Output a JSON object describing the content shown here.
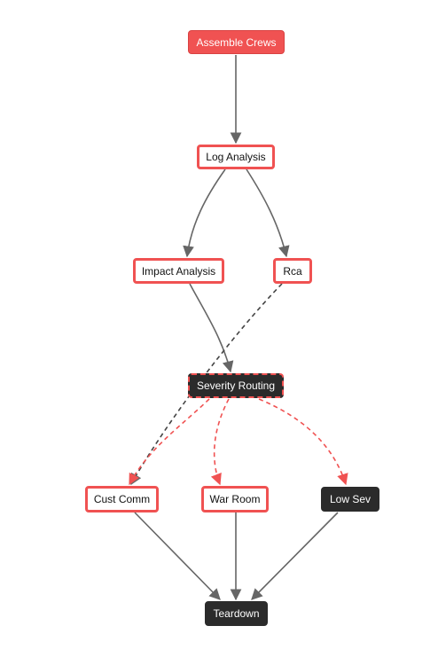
{
  "diagram": {
    "nodes": [
      {
        "id": "assemble-crews",
        "label": "Assemble Crews",
        "style": "red"
      },
      {
        "id": "log-analysis",
        "label": "Log Analysis",
        "style": "outline"
      },
      {
        "id": "impact-analysis",
        "label": "Impact Analysis",
        "style": "outline"
      },
      {
        "id": "rca",
        "label": "Rca",
        "style": "outline"
      },
      {
        "id": "severity-routing",
        "label": "Severity Routing",
        "style": "dark-dashed"
      },
      {
        "id": "cust-comm",
        "label": "Cust Comm",
        "style": "outline"
      },
      {
        "id": "war-room",
        "label": "War Room",
        "style": "outline"
      },
      {
        "id": "low-sev",
        "label": "Low Sev",
        "style": "dark"
      },
      {
        "id": "teardown",
        "label": "Teardown",
        "style": "dark"
      }
    ],
    "edges": [
      {
        "from": "assemble-crews",
        "to": "log-analysis",
        "style": "solid"
      },
      {
        "from": "log-analysis",
        "to": "impact-analysis",
        "style": "solid"
      },
      {
        "from": "log-analysis",
        "to": "rca",
        "style": "solid"
      },
      {
        "from": "impact-analysis",
        "to": "severity-routing",
        "style": "solid"
      },
      {
        "from": "rca",
        "to": "cust-comm",
        "style": "dashed-gray"
      },
      {
        "from": "severity-routing",
        "to": "cust-comm",
        "style": "dashed-red"
      },
      {
        "from": "severity-routing",
        "to": "war-room",
        "style": "dashed-red"
      },
      {
        "from": "severity-routing",
        "to": "low-sev",
        "style": "dashed-red"
      },
      {
        "from": "cust-comm",
        "to": "teardown",
        "style": "solid"
      },
      {
        "from": "war-room",
        "to": "teardown",
        "style": "solid"
      },
      {
        "from": "low-sev",
        "to": "teardown",
        "style": "solid"
      }
    ],
    "colors": {
      "accent": "#f05252",
      "dark": "#2b2b2b",
      "edge": "#666666",
      "edge_dashed": "#444444"
    }
  }
}
